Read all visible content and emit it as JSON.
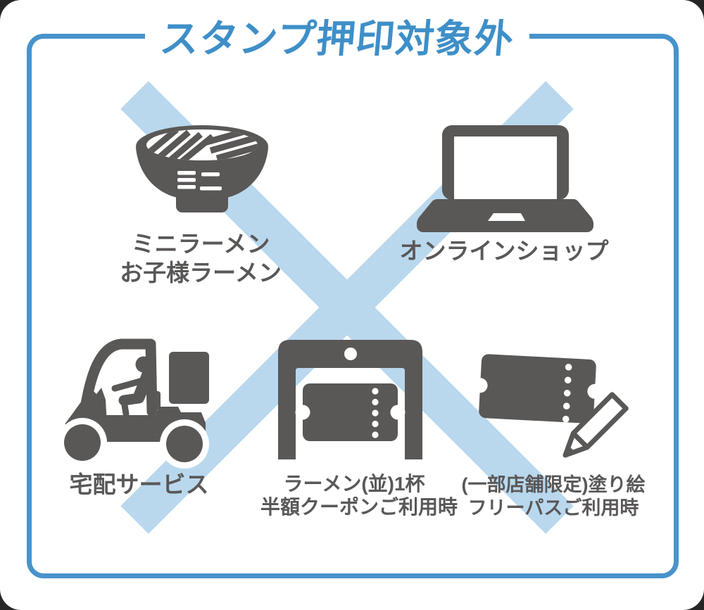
{
  "title": "スタンプ押印対象外",
  "colors": {
    "accent_blue": "#3E8FC8",
    "frame_blue": "#4793CB",
    "cross_blue": "#B9D8ED",
    "ink_gray": "#5A5757",
    "canvas_bg": "#FFFFFF"
  },
  "cross": {
    "icon": "x-cross-mark"
  },
  "items": [
    {
      "id": "mini-ramen",
      "icon": "ramen-bowl-icon",
      "bowl_text": "ミニ",
      "label_lines": [
        "ミニラーメン",
        "お子様ラーメン"
      ]
    },
    {
      "id": "online-shop",
      "icon": "laptop-icon",
      "label_lines": [
        "オンラインショップ"
      ]
    },
    {
      "id": "delivery-service",
      "icon": "delivery-scooter-icon",
      "label_lines": [
        "宅配サービス"
      ]
    },
    {
      "id": "half-price-coupon",
      "icon": "smartphone-coupon-icon",
      "label_lines": [
        "ラーメン(並)1杯",
        "半額クーポンご利用時"
      ]
    },
    {
      "id": "coloring-free-pass",
      "icon": "ticket-pencil-icon",
      "label_lines": [
        "(一部店舗限定)塗り絵",
        "フリーパスご利用時"
      ]
    }
  ]
}
